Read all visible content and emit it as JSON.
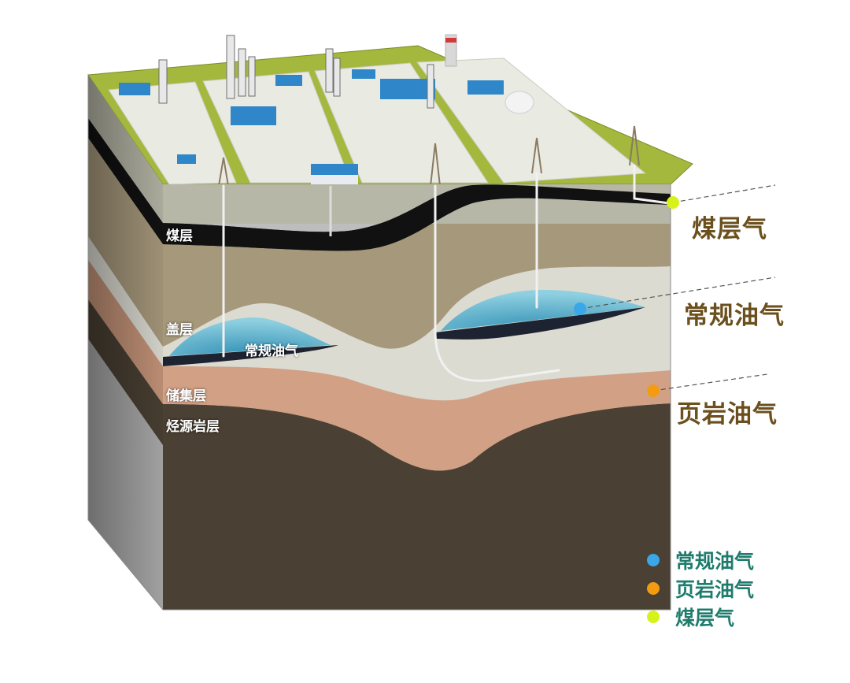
{
  "layer_labels": {
    "coal": "煤层",
    "cap": "盖层",
    "conventional": "常规油气",
    "reservoir": "储集层",
    "source": "烃源岩层"
  },
  "resource_labels": {
    "coalbed_gas": "煤层气",
    "conventional": "常规油气",
    "shale": "页岩油气"
  },
  "legend": [
    {
      "label": "常规油气",
      "color": "#3aa7e8"
    },
    {
      "label": "页岩油气",
      "color": "#f39c12"
    },
    {
      "label": "煤层气",
      "color": "#d7f21b"
    }
  ],
  "colors": {
    "grass": "#a3b83c",
    "coal": "#111111",
    "mudstone": "#a6987b",
    "cap_rock": "#dcdbd2",
    "conventional_pool": "#6fb9cf",
    "reservoir": "#d2a085",
    "source_rock": "#4a4033",
    "basement": "#bdbdbd"
  }
}
